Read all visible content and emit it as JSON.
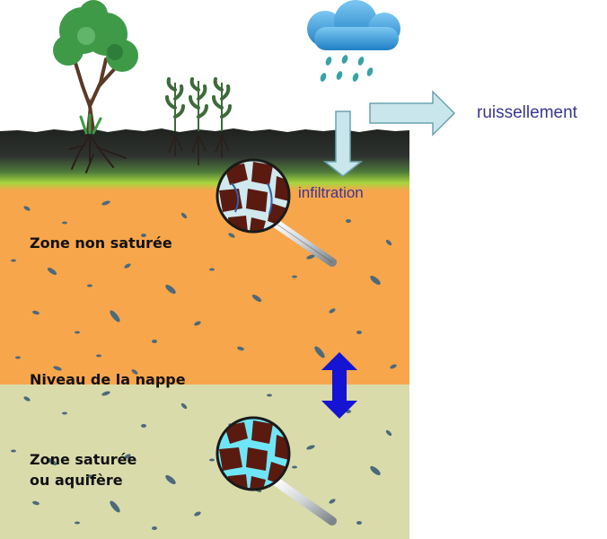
{
  "labels": {
    "runoff": "ruissellement",
    "infiltration": "infiltration",
    "unsaturated_zone": "Zone non saturée",
    "water_table": "Niveau de la nappe",
    "saturated_zone_line1": "Zone saturée",
    "saturated_zone_line2": "ou aquifère"
  },
  "colors": {
    "annotation_text": "#3a3690",
    "unsaturated_zone": "#f7a64c",
    "saturated_zone": "#d9dbab",
    "topsoil": "#2b2e2a",
    "grass_band": "#a7d63e",
    "gravel": "#4d6a7a",
    "arrow_fill": "#c9e6ec",
    "arrow_stroke": "#6aa3ae",
    "water_table_arrow": "#1414d2",
    "pore_water_unsaturated": "#cfe9ee",
    "pore_water_saturated": "#6fe6f7",
    "soil_grain": "#5b1a10",
    "rain_drop": "#3aa2a6",
    "cloud": "#2f9bd8",
    "tree_foliage": "#3f9a48"
  },
  "icons": [
    "tree-icon",
    "plant-icon",
    "rain-cloud-icon",
    "magnifier-icon"
  ]
}
